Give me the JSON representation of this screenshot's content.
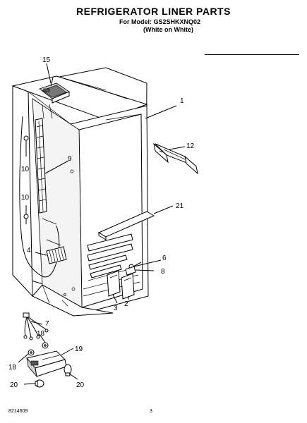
{
  "header": {
    "title": "REFRIGERATOR LINER PARTS",
    "model_line": "For Model: GS2SHKXNQ02",
    "variant_line": "(White on White)"
  },
  "callouts": [
    "1",
    "2",
    "3",
    "4",
    "6",
    "7",
    "8",
    "9",
    "10",
    "10",
    "12",
    "15",
    "18",
    "18",
    "19",
    "20",
    "20",
    "21"
  ],
  "footer": {
    "part_number": "8214609",
    "page_number": "3"
  }
}
